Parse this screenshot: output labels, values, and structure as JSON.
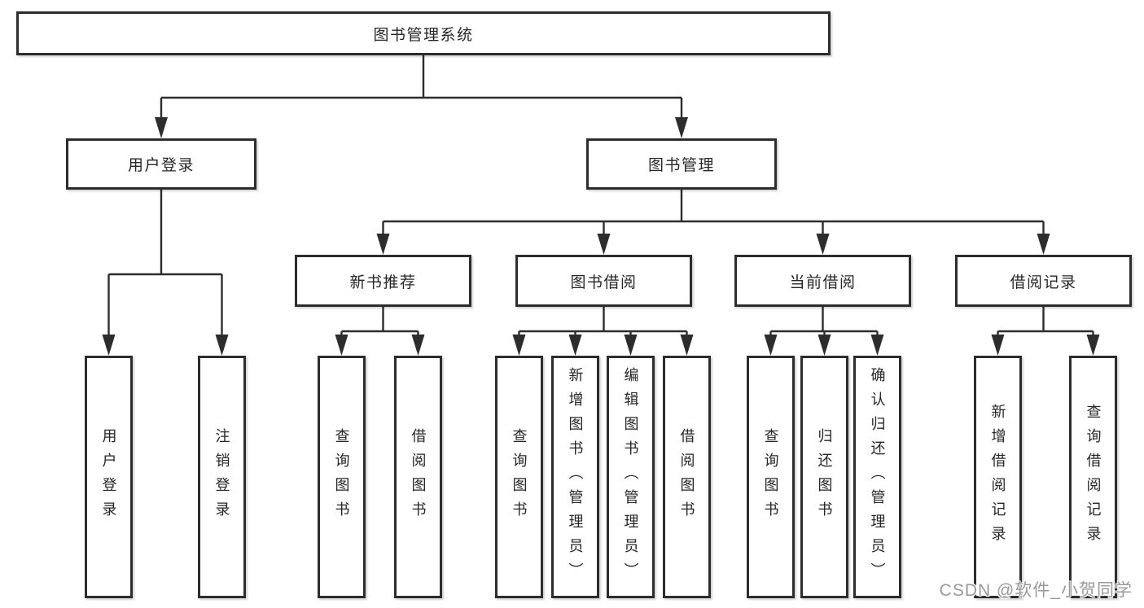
{
  "diagram": {
    "root_label": "图书管理系统",
    "user_login": {
      "label": "用户登录",
      "children": [
        "用户登录",
        "注销登录"
      ]
    },
    "book_management": {
      "label": "图书管理",
      "sections": [
        {
          "label": "新书推荐",
          "children": [
            "查询图书",
            "借阅图书"
          ]
        },
        {
          "label": "图书借阅",
          "children": [
            "查询图书",
            "新增图书（管理员）",
            "编辑图书（管理员）",
            "借阅图书"
          ]
        },
        {
          "label": "当前借阅",
          "children": [
            "查询图书",
            "归还图书",
            "确认归还（管理员）"
          ]
        },
        {
          "label": "借阅记录",
          "children": [
            "新增借阅记录",
            "查询借阅记录"
          ]
        }
      ]
    }
  },
  "watermark": "CSDN @软件_小贺同学",
  "colors": {
    "line": "#2d2d2d",
    "text": "#262626",
    "watermark": "#999999"
  }
}
